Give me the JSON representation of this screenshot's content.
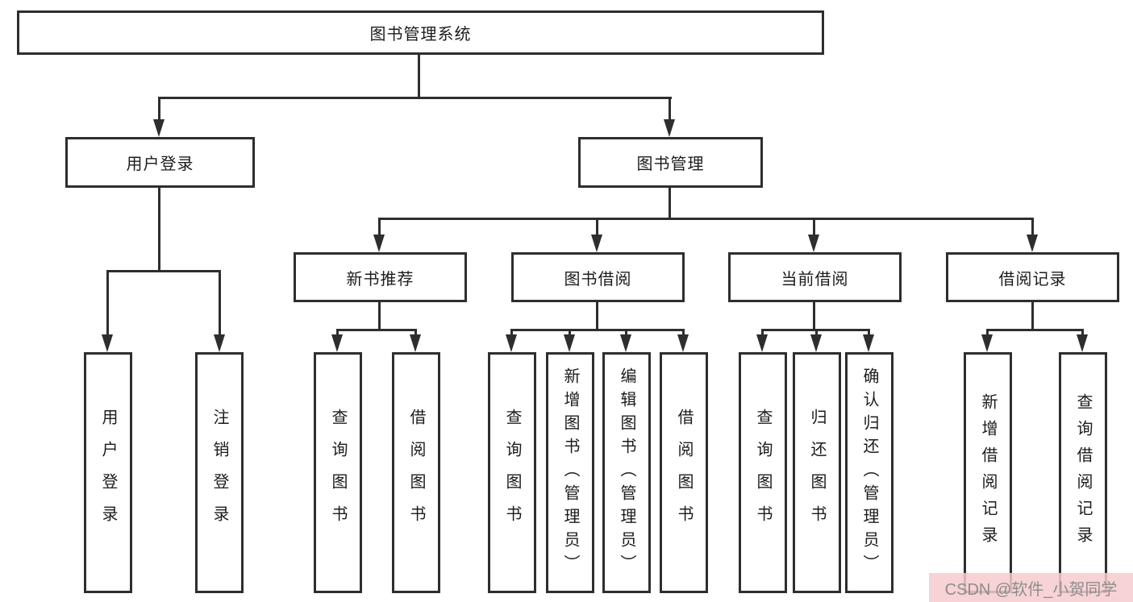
{
  "diagram": {
    "title": "图书管理系统",
    "nodes": {
      "root": "图书管理系统",
      "user_login": "用户登录",
      "book_mgmt": "图书管理",
      "new_book_rec": "新书推荐",
      "book_borrow": "图书借阅",
      "current_borrow": "当前借阅",
      "borrow_records": "借阅记录",
      "leaf_user_login": "用户登录",
      "leaf_logout": "注销登录",
      "leaf_query_books_a": "查询图书",
      "leaf_borrow_books_a": "借阅图书",
      "leaf_query_books_b": "查询图书",
      "leaf_add_book_admin": "新增图书（管理员）",
      "leaf_edit_book_admin": "编辑图书（管理员）",
      "leaf_borrow_books_b": "借阅图书",
      "leaf_query_books_c": "查询图书",
      "leaf_return_book": "归还图书",
      "leaf_confirm_return_admin": "确认归还（管理员）",
      "leaf_add_borrow_record": "新增借阅记录",
      "leaf_query_borrow_record": "查询借阅记录"
    },
    "colors": {
      "line": "#2e2e2e",
      "text": "#1c1c1c",
      "watermark_bg": "#f6cbce",
      "watermark_text": "#8d8d8d"
    },
    "watermark": "CSDN @软件_小贺同学"
  }
}
